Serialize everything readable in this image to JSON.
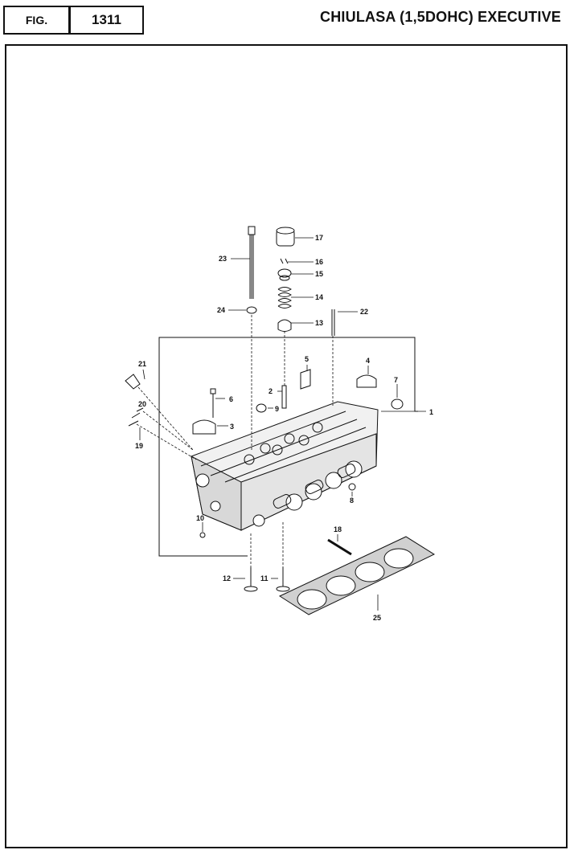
{
  "header": {
    "fig_label": "FIG.",
    "fig_number": "1311",
    "title": "CHIULASA (1,5DOHC) EXECUTIVE"
  },
  "callouts": [
    "1",
    "2",
    "3",
    "4",
    "5",
    "6",
    "7",
    "8",
    "9",
    "10",
    "11",
    "12",
    "13",
    "14",
    "15",
    "16",
    "17",
    "18",
    "19",
    "20",
    "21",
    "22",
    "23",
    "24",
    "25"
  ],
  "colors": {
    "ink": "#111111",
    "background": "#ffffff"
  }
}
